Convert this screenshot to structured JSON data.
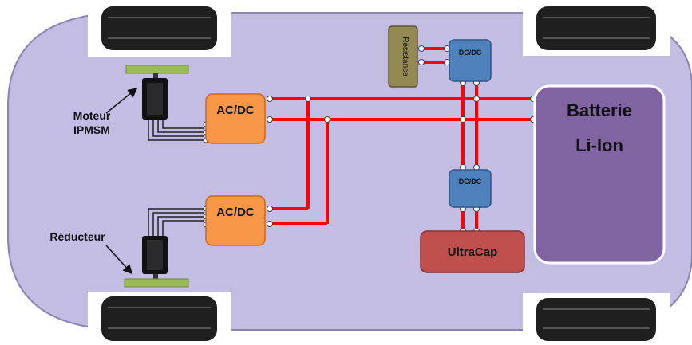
{
  "labels": {
    "motor_line1": "Moteur",
    "motor_line2": "IPMSM",
    "reducer": "Réducteur",
    "acdc_top": "AC/DC",
    "acdc_bottom": "AC/DC",
    "dcdc_top": "DC/DC",
    "dcdc_bottom": "DC/DC",
    "resistance": "Résistance",
    "battery_line1": "Batterie",
    "battery_line2": "Li-Ion",
    "ultracap": "UltraCap"
  },
  "colors": {
    "chassis": "#c3bce3",
    "chassis_stroke": "#8a84b0",
    "wheel": "#1f1f1f",
    "acdc": "#f79646",
    "dcdc": "#4f81bd",
    "resistance": "#938953",
    "battery": "#8064a2",
    "ultracap": "#c0504d",
    "power_line": "#ff0000",
    "motor_plate": "#9bbb59",
    "motor_body": "#111111"
  }
}
